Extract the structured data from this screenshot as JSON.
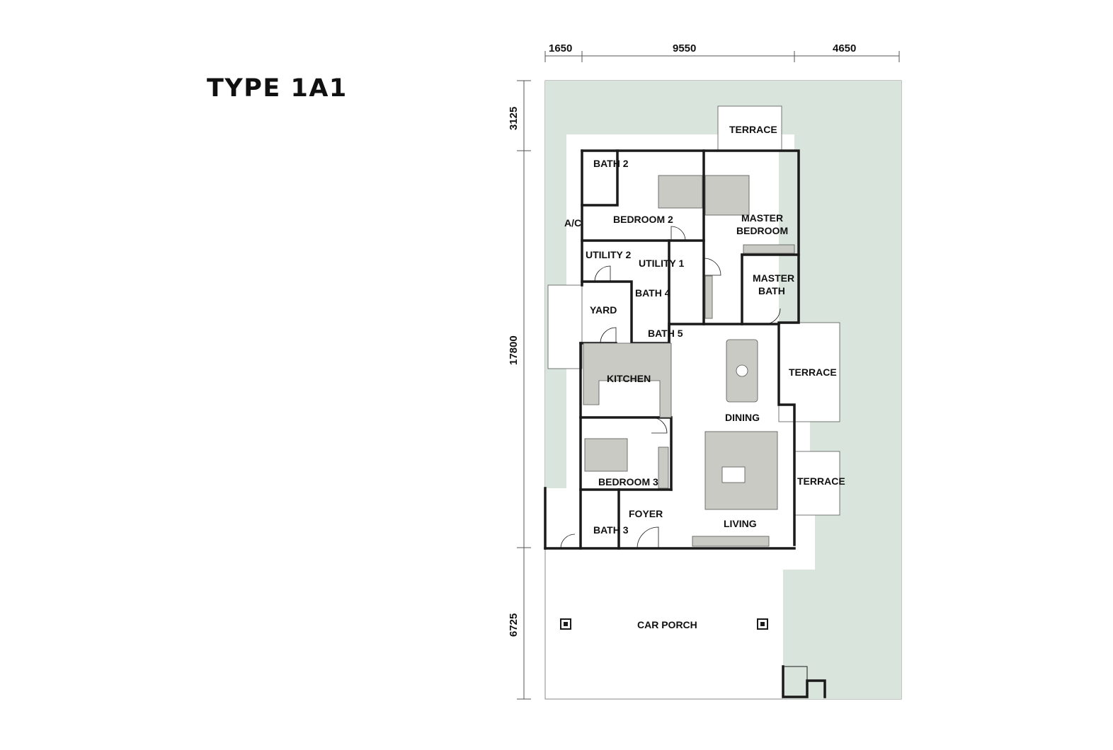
{
  "title": "TYPE 1A1",
  "colors": {
    "garden": "#d9e5dc",
    "wall": "#1a1a1a",
    "furniture": "#c9cac4",
    "background": "#ffffff"
  },
  "dimensions": {
    "top": [
      "1650",
      "9550",
      "4650"
    ],
    "left": [
      "3125",
      "17800",
      "6725"
    ]
  },
  "rooms": {
    "terrace_top": "TERRACE",
    "bath_2": "BATH 2",
    "bedroom_2": "BEDROOM 2",
    "master_bedroom_line1": "MASTER",
    "master_bedroom_line2": "BEDROOM",
    "ac": "A/C",
    "utility_2": "UTILITY 2",
    "utility_1": "UTILITY 1",
    "master_bath_line1": "MASTER",
    "master_bath_line2": "BATH",
    "bath_4": "BATH 4",
    "yard": "YARD",
    "bath_5": "BATH 5",
    "kitchen": "KITCHEN",
    "terrace_right_upper": "TERRACE",
    "dining": "DINING",
    "terrace_right_lower": "TERRACE",
    "bedroom_3": "BEDROOM 3",
    "foyer": "FOYER",
    "living": "LIVING",
    "bath_3": "BATH 3",
    "car_porch": "CAR PORCH"
  }
}
